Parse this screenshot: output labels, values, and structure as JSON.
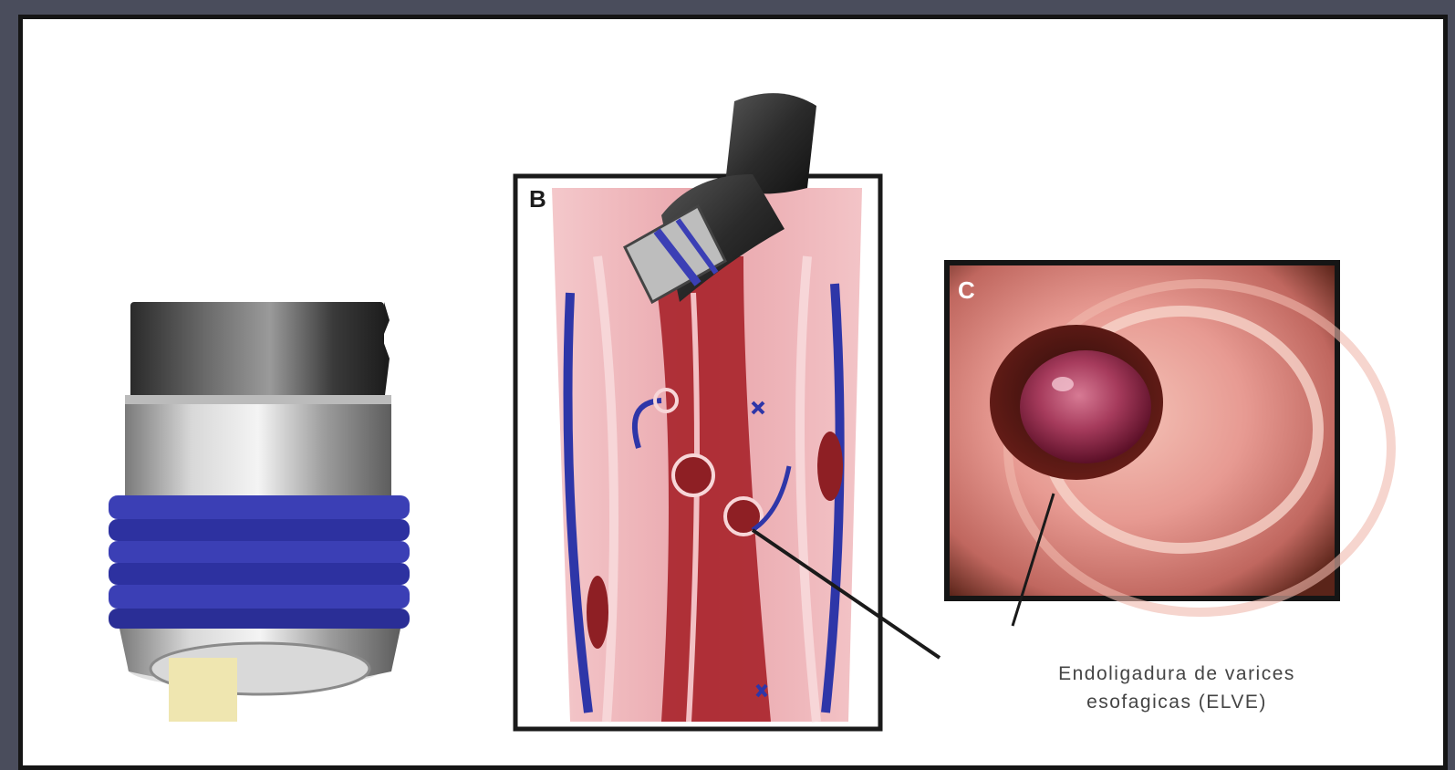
{
  "panels": [
    {
      "label": "",
      "content": "ligator-device"
    },
    {
      "label": "B",
      "content": "esophagus-illustration"
    },
    {
      "label": "C",
      "content": "endoscopic-view"
    }
  ],
  "caption": {
    "line1": "Endoligadura de varices",
    "line2": "esofagicas (ELVE)"
  },
  "colors": {
    "band": "#3b3fb5",
    "mucosa": "#e8a0a4",
    "vein": "#2e36a8",
    "varix": "#8e1f24",
    "frame": "#151515",
    "background": "#4a4d5c"
  }
}
